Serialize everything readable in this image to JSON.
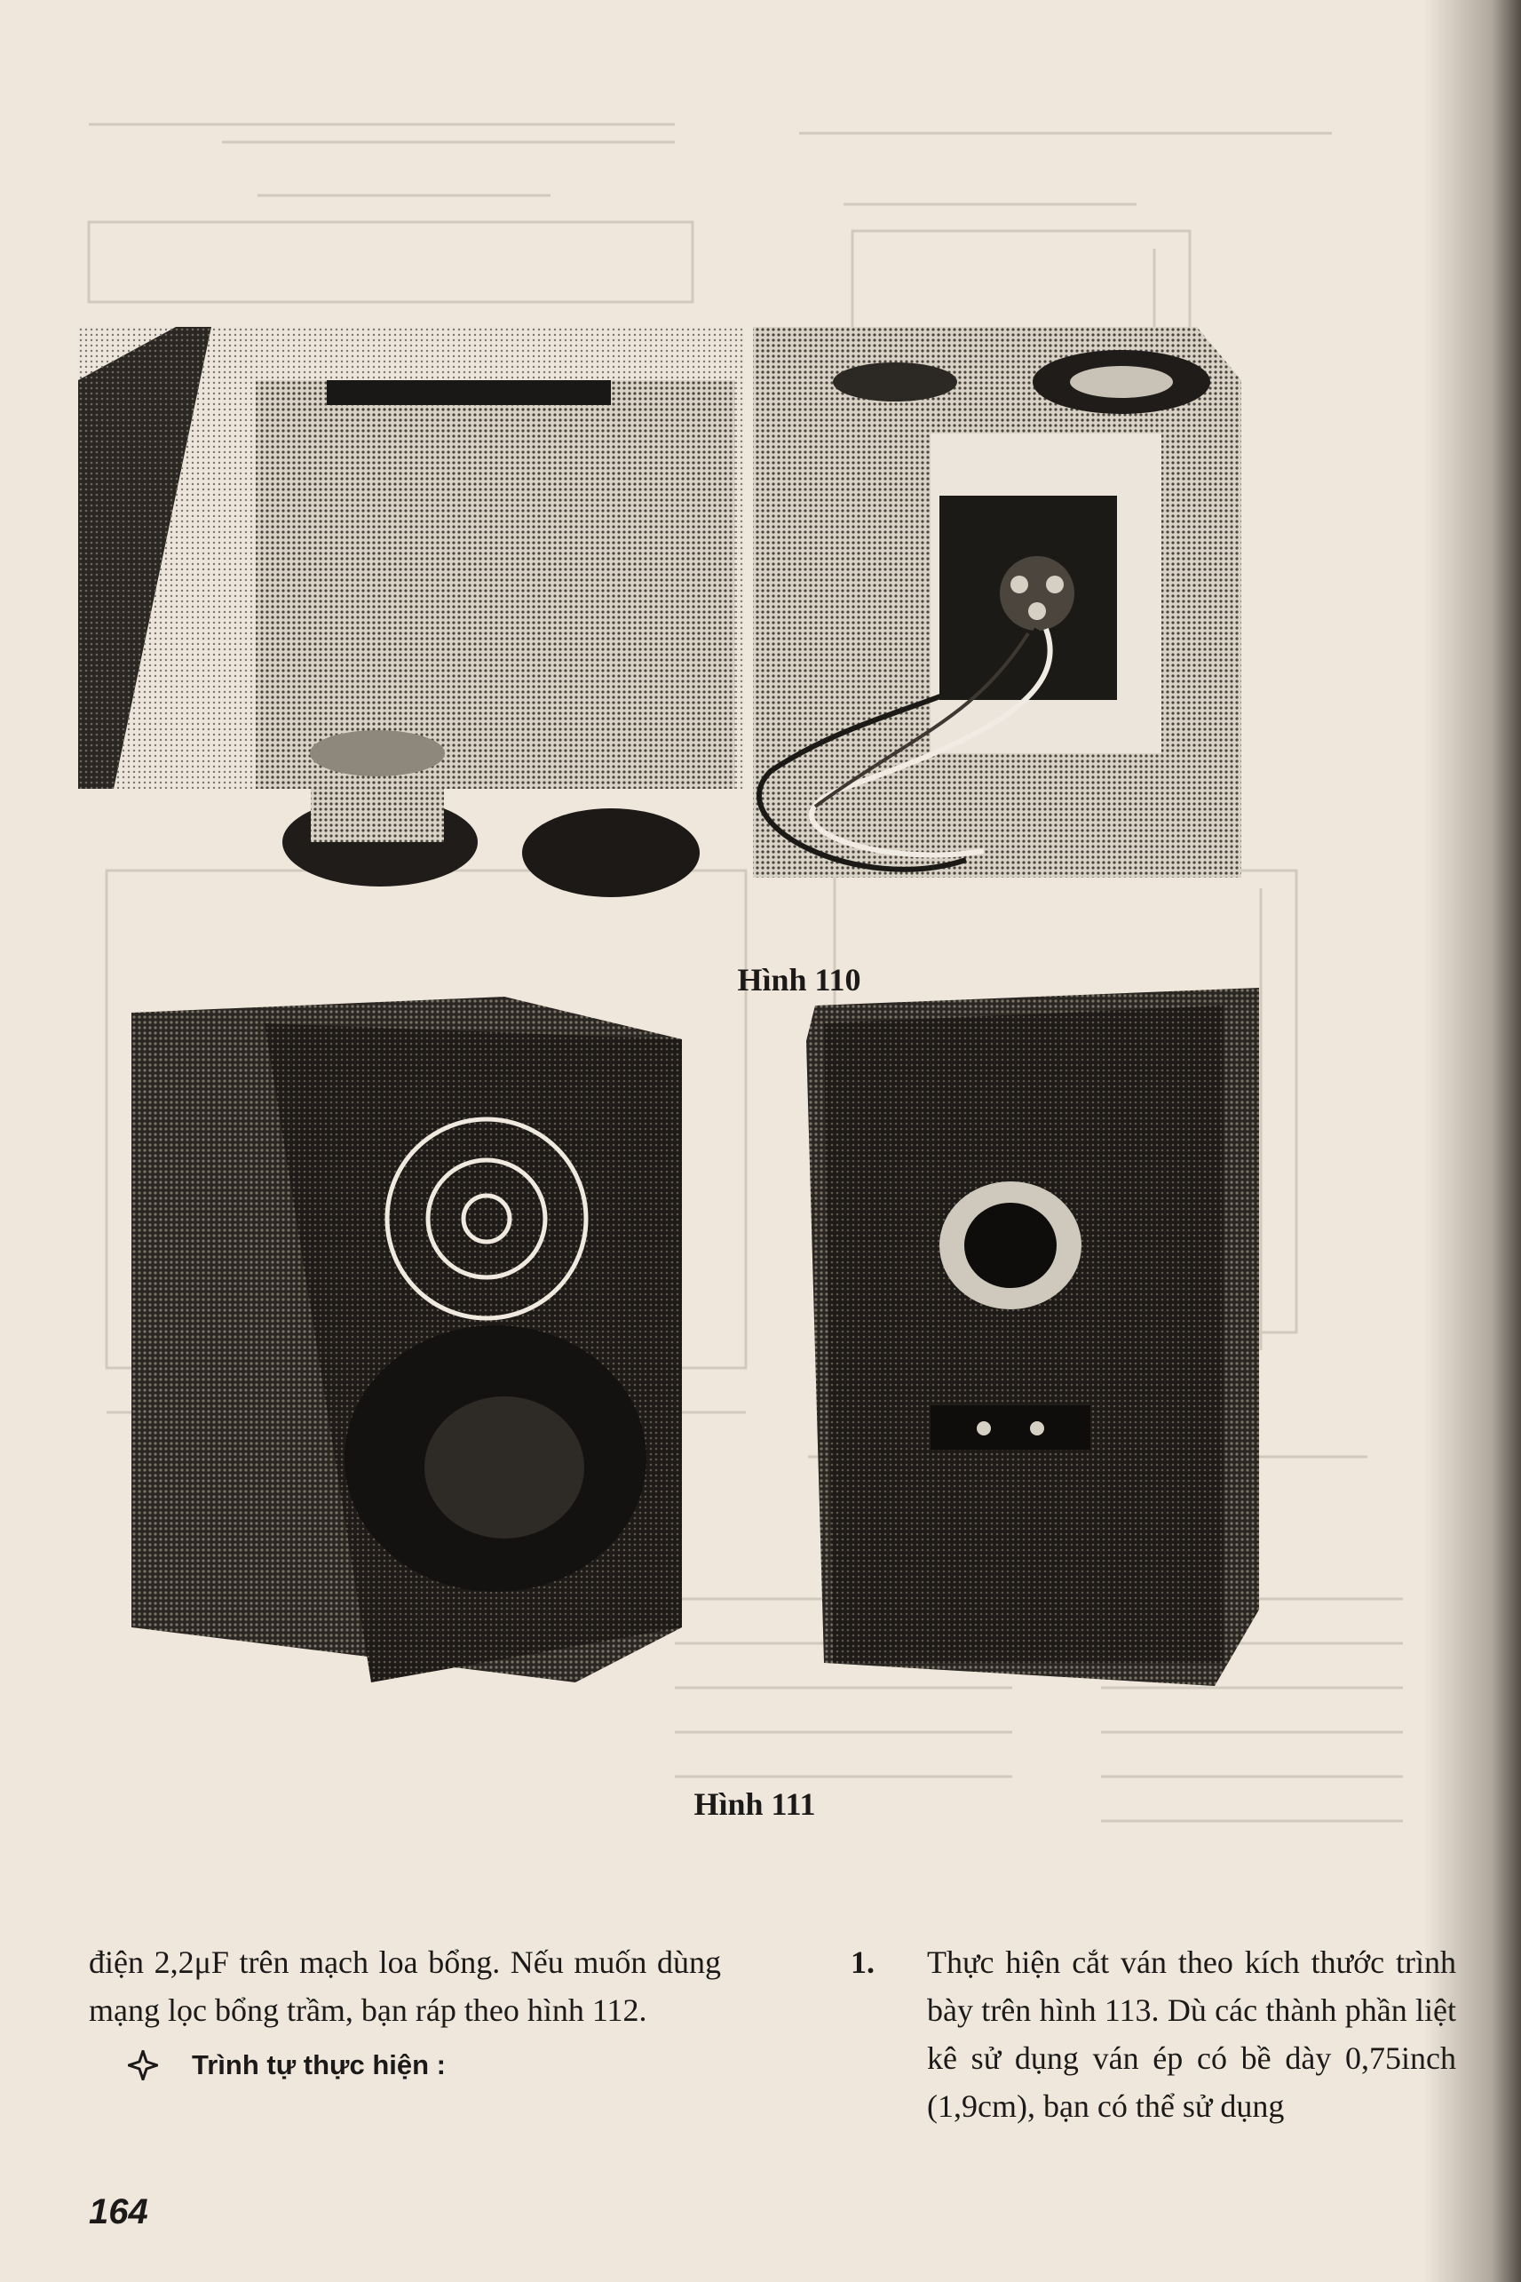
{
  "figures": [
    {
      "caption": "Hình 110",
      "alt": "speaker enclosure parts photo"
    },
    {
      "caption": "Hình 111",
      "alt": "finished speaker cabinets photo"
    }
  ],
  "left_column": {
    "paragraph": "điện 2,2μF trên mạch loa bổng. Nếu muốn dùng mạng lọc bổng trầm, bạn ráp theo hình 112.",
    "steps_heading": "Trình tự thực hiện :",
    "heading_icon": "diamond-star-icon"
  },
  "right_column": {
    "steps": [
      {
        "number": "1.",
        "text": "Thực hiện cắt ván theo kích thước trình bày trên hình 113. Dù các thành phần liệt kê sử dụng ván ép có bề dày 0,75inch (1,9cm), bạn có thể sử dụng"
      }
    ]
  },
  "page_number": "164",
  "colors": {
    "paper": "#efe7dc",
    "ink": "#1c1a18"
  }
}
